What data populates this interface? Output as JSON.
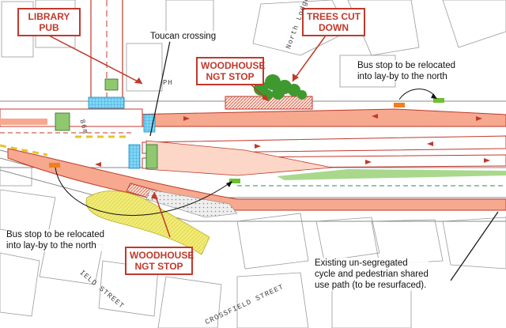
{
  "callouts": {
    "library_pub": "LIBRARY\nPUB",
    "trees_cut_down": "TREES CUT\nDOWN",
    "woodhouse_top": "WOODHOUSE\nNGT STOP",
    "woodhouse_bottom": "WOODHOUSE\nNGT STOP"
  },
  "notes": {
    "toucan": "Toucan crossing",
    "bus_stop_right": "Bus stop to be relocated\ninto lay-by to the north",
    "bus_stop_left": "Bus stop to be relocated\ninto lay-by to the north",
    "existing_path": "Existing un-segregated\ncycle and pedestrian shared\nuse path (to be resurfaced)."
  },
  "map_labels": {
    "north_lodge": "North Lodge",
    "ph": "PH",
    "crossfield_street": "CROSSFIELD STREET",
    "ield_street": "IELD STREET",
    "spot_height": "86m"
  },
  "colors": {
    "tram_salmon": "#f6a98e",
    "red_outline": "#c0392b",
    "toucan_blue": "#2ab0e8",
    "tree_green": "#3e9a2f",
    "yellow_area": "#f1ec7a",
    "bus_stop_orange": "#f07f1d",
    "bus_stop_green": "#6cc12f"
  }
}
